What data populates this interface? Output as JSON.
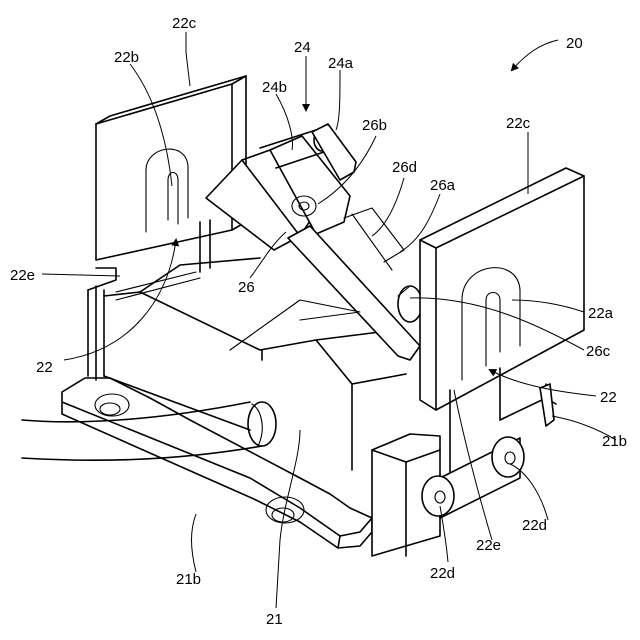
{
  "labels": {
    "l20": "20",
    "l22c_left": "22c",
    "l22b": "22b",
    "l24": "24",
    "l24a": "24a",
    "l24b": "24b",
    "l26b": "26b",
    "l26d": "26d",
    "l26a": "26a",
    "l22c_right": "22c",
    "l22e_left": "22e",
    "l26": "26",
    "l22a": "22a",
    "l22_left": "22",
    "l26c": "26c",
    "l22_right": "22",
    "l21b_right": "21b",
    "l22d_right": "22d",
    "l22e_bottom": "22e",
    "l22d_bottom": "22d",
    "l21b_left": "21b",
    "l21": "21"
  }
}
